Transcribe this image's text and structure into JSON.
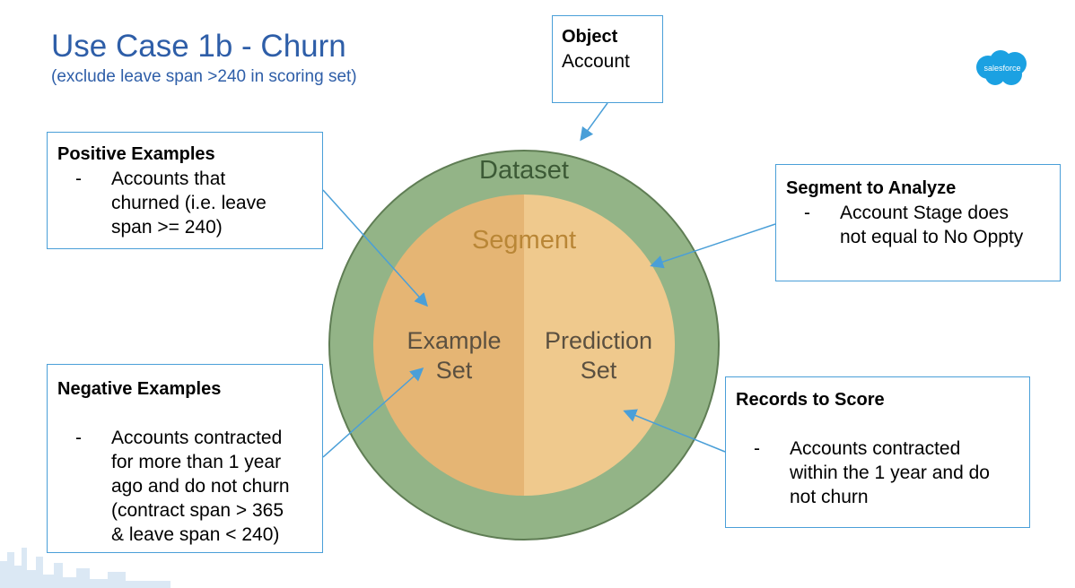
{
  "header": {
    "title": "Use Case 1b - Churn",
    "subtitle": "(exclude leave span >240 in scoring set)"
  },
  "brand": {
    "logo_text": "salesforce",
    "color": "#1ba1e2"
  },
  "diagram": {
    "dataset_label": "Dataset",
    "segment_label": "Segment",
    "example_set_line1": "Example",
    "example_set_line2": "Set",
    "prediction_set_line1": "Prediction",
    "prediction_set_line2": "Set",
    "colors": {
      "dataset_ring": "#93b487",
      "dataset_border": "#5f7d54",
      "example_half": "#e5b574",
      "prediction_half": "#efc98d",
      "arrow": "#4a9fd8"
    }
  },
  "object_box": {
    "heading": "Object",
    "value": "Account"
  },
  "positive_box": {
    "heading": "Positive Examples",
    "dash": "-",
    "lines": [
      "Accounts that",
      "churned (i.e. leave",
      "span >= 240)"
    ]
  },
  "segment_box": {
    "heading": "Segment to Analyze",
    "dash": "-",
    "lines": [
      "Account Stage does",
      "not equal to No Oppty"
    ]
  },
  "negative_box": {
    "heading": "Negative Examples",
    "dash": "-",
    "lines": [
      "Accounts contracted",
      "for more than 1 year",
      "ago and do not churn",
      "(contract span > 365",
      "& leave span < 240)"
    ]
  },
  "records_box": {
    "heading": "Records to Score",
    "dash": "-",
    "lines": [
      "Accounts contracted",
      "within the 1 year and do",
      "not churn"
    ]
  }
}
